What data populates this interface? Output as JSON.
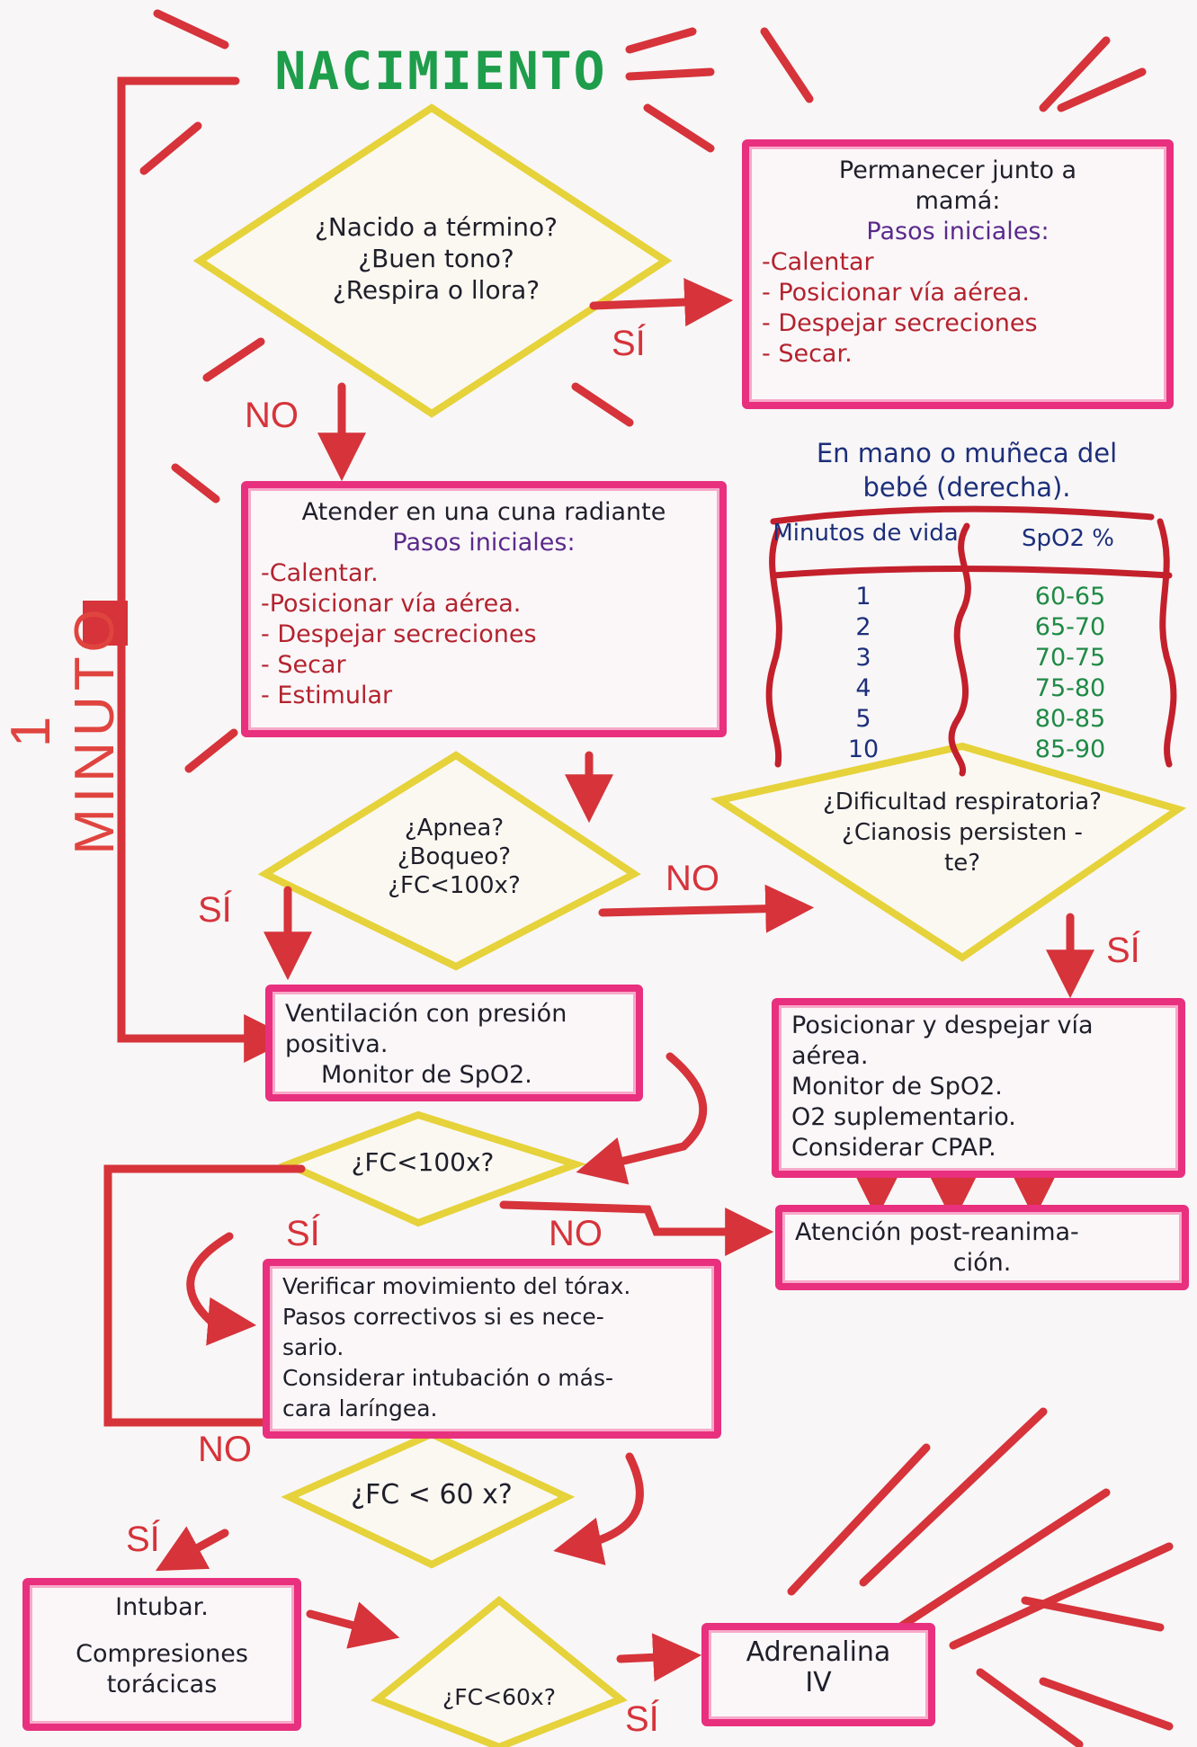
{
  "title": "NACIMIENTO",
  "side_label": "1 MINUTO",
  "decision_initial": [
    "¿Nacido a término?",
    "¿Buen tono?",
    "¿Respira o llora?"
  ],
  "label_si_1": "SÍ",
  "label_no_1": "NO",
  "box_mama": {
    "heading": [
      "Permanecer junto a",
      "mamá:"
    ],
    "subheading": "Pasos iniciales:",
    "items": [
      "-Calentar",
      "- Posicionar vía aérea.",
      "- Despejar secreciones",
      "- Secar."
    ]
  },
  "box_cuna": {
    "heading": "Atender en una cuna radiante",
    "subheading": "Pasos iniciales:",
    "items": [
      "-Calentar.",
      "-Posicionar vía aérea.",
      "- Despejar secreciones",
      "- Secar",
      "- Estimular"
    ]
  },
  "spo2_note": [
    "En mano o muñeca del",
    "bebé (derecha)."
  ],
  "spo2_table": {
    "headers": [
      "Minutos de vida",
      "SpO2 %"
    ],
    "minutes": [
      "1",
      "2",
      "3",
      "4",
      "5",
      "10"
    ],
    "spo2": [
      "60-65",
      "65-70",
      "70-75",
      "75-80",
      "80-85",
      "85-90"
    ]
  },
  "decision_apnea": [
    "¿Apnea?",
    "¿Boqueo?",
    "¿FC<100x?"
  ],
  "label_si_2": "SÍ",
  "label_no_2": "NO",
  "decision_dificultad": [
    "¿Dificultad respiratoria?",
    "¿Cianosis persisten -",
    "te?"
  ],
  "label_si_3": "SÍ",
  "box_ventilacion": [
    "Ventilación con presión",
    "positiva.",
    "Monitor de SpO2."
  ],
  "box_posicionar": [
    "Posicionar y despejar vía",
    "aérea.",
    "Monitor de SpO2.",
    "O2 suplementario.",
    "Considerar CPAP."
  ],
  "decision_fc100": "¿FC<100x?",
  "label_si_4": "SÍ",
  "label_no_4": "NO",
  "box_post": [
    "Atención post-reanima-",
    "ción."
  ],
  "box_verificar": [
    "Verificar movimiento del tórax.",
    "Pasos correctivos si es nece-",
    "sario.",
    "Considerar intubación o más-",
    "cara laríngea."
  ],
  "label_no_5": "NO",
  "decision_fc60": "¿FC < 60 x?",
  "label_si_5": "SÍ",
  "box_intubar": [
    "Intubar.",
    "Compresiones",
    "torácicas"
  ],
  "decision_fc60b": "¿FC<60x?",
  "label_si_6": "SÍ",
  "box_adrenalina": [
    "Adrenalina",
    "IV"
  ],
  "colors": {
    "pink": "#e8307e",
    "red": "#d6333a",
    "yellow": "#e6d23a",
    "green": "#1e9d4a",
    "purple": "#5a2a8a"
  }
}
